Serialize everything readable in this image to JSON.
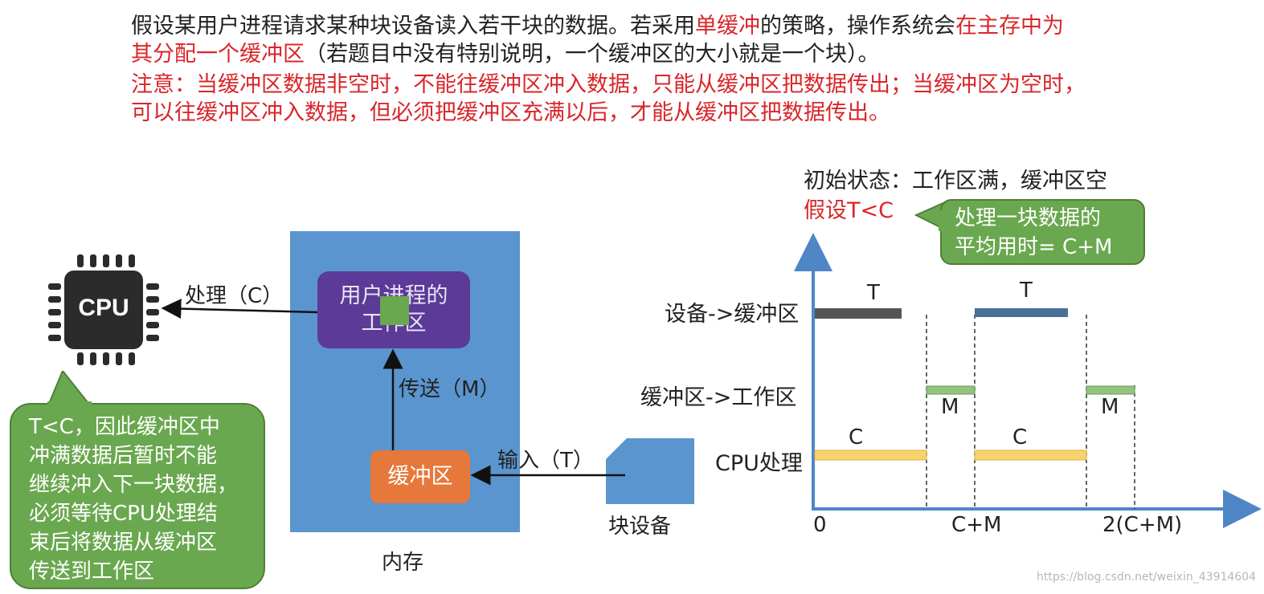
{
  "header": {
    "line1_a": "假设某用户进程请求某种块设备读入若干块的数据。若采用",
    "line1_b": "单缓冲",
    "line1_c": "的策略，操作系统会",
    "line1_d": "在主存中为",
    "line2_a": "其分配一个缓冲区",
    "line2_b": "（若题目中没有特别说明，一个缓冲区的大小就是一个块）。",
    "note_line1": "注意：当缓冲区数据非空时，不能往缓冲区冲入数据，只能从缓冲区把数据传出；当缓冲区为空时，",
    "note_line2": "可以往缓冲区冲入数据，但必须把缓冲区充满以后，才能从缓冲区把数据传出。"
  },
  "left_diagram": {
    "cpu_label": "CPU",
    "process_label": "处理（C）",
    "workarea_line1": "用户进程的",
    "workarea_line2": "工作区",
    "transfer_label": "传送（M）",
    "buffer_label": "缓冲区",
    "input_label": "输入（T）",
    "device_label": "块设备",
    "memory_label": "内存",
    "note_lines": [
      "T<C，因此缓冲区中",
      "冲满数据后暂时不能",
      "继续冲入下一块数据，",
      "必须等待CPU处理结",
      "束后将数据从缓冲区",
      "传送到工作区"
    ]
  },
  "right_diagram": {
    "initial_state": "初始状态：工作区满，缓冲区空",
    "assumption": "假设T<C",
    "bubble_line1": "处理一块数据的",
    "bubble_line2": "平均用时= C+M",
    "row_labels": [
      "设备->缓冲区",
      "缓冲区->工作区",
      "CPU处理"
    ],
    "segment_labels": {
      "T": "T",
      "M": "M",
      "C": "C"
    },
    "x_ticks": [
      "0",
      "C+M",
      "2(C+M)"
    ]
  },
  "colors": {
    "red": "#d9262b",
    "memory_blue": "#5b95cf",
    "workarea_purple": "#5b3a98",
    "buffer_orange": "#e5783a",
    "bubble_green": "#6aa84f",
    "axis_blue": "#4f86c6",
    "bar_dark": "#555555",
    "bar_blue": "#4a6f9a",
    "bar_green": "#93c47d",
    "bar_yellow": "#f6d36b"
  },
  "watermark": "https://blog.csdn.net/weixin_43914604"
}
